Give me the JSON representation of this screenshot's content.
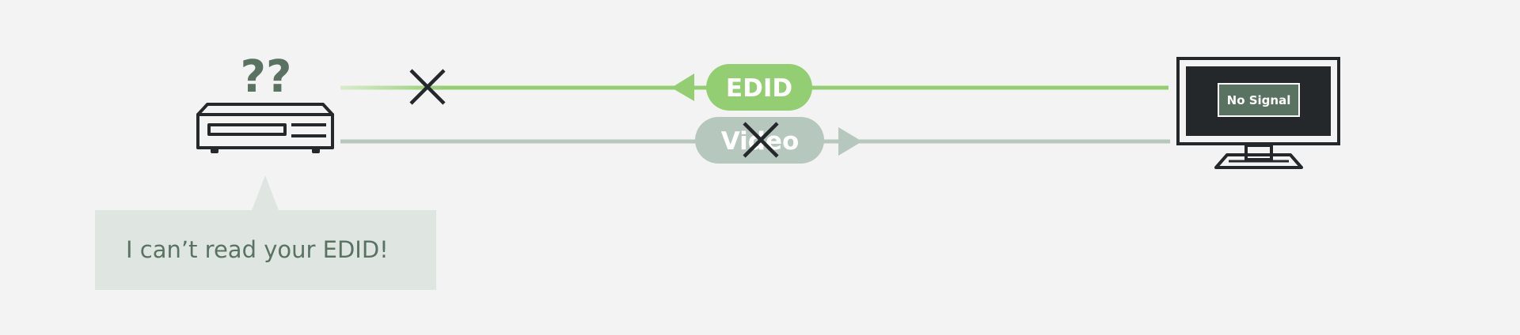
{
  "source_device": {
    "status_marks": "??"
  },
  "edid_channel": {
    "label": "EDID",
    "color": "#93cf72",
    "faded_color": "#d4ebc6",
    "blocked": true
  },
  "video_channel": {
    "label": "Video",
    "color": "#b6c7bd",
    "blocked": true
  },
  "display": {
    "screen_message": "No Signal"
  },
  "callout": {
    "text": "I can’t read your EDID!",
    "background": "#dfe6e1"
  },
  "colors": {
    "dark": "#24282b",
    "accent_dark": "#5a7262",
    "background": "#f3f3f3"
  }
}
